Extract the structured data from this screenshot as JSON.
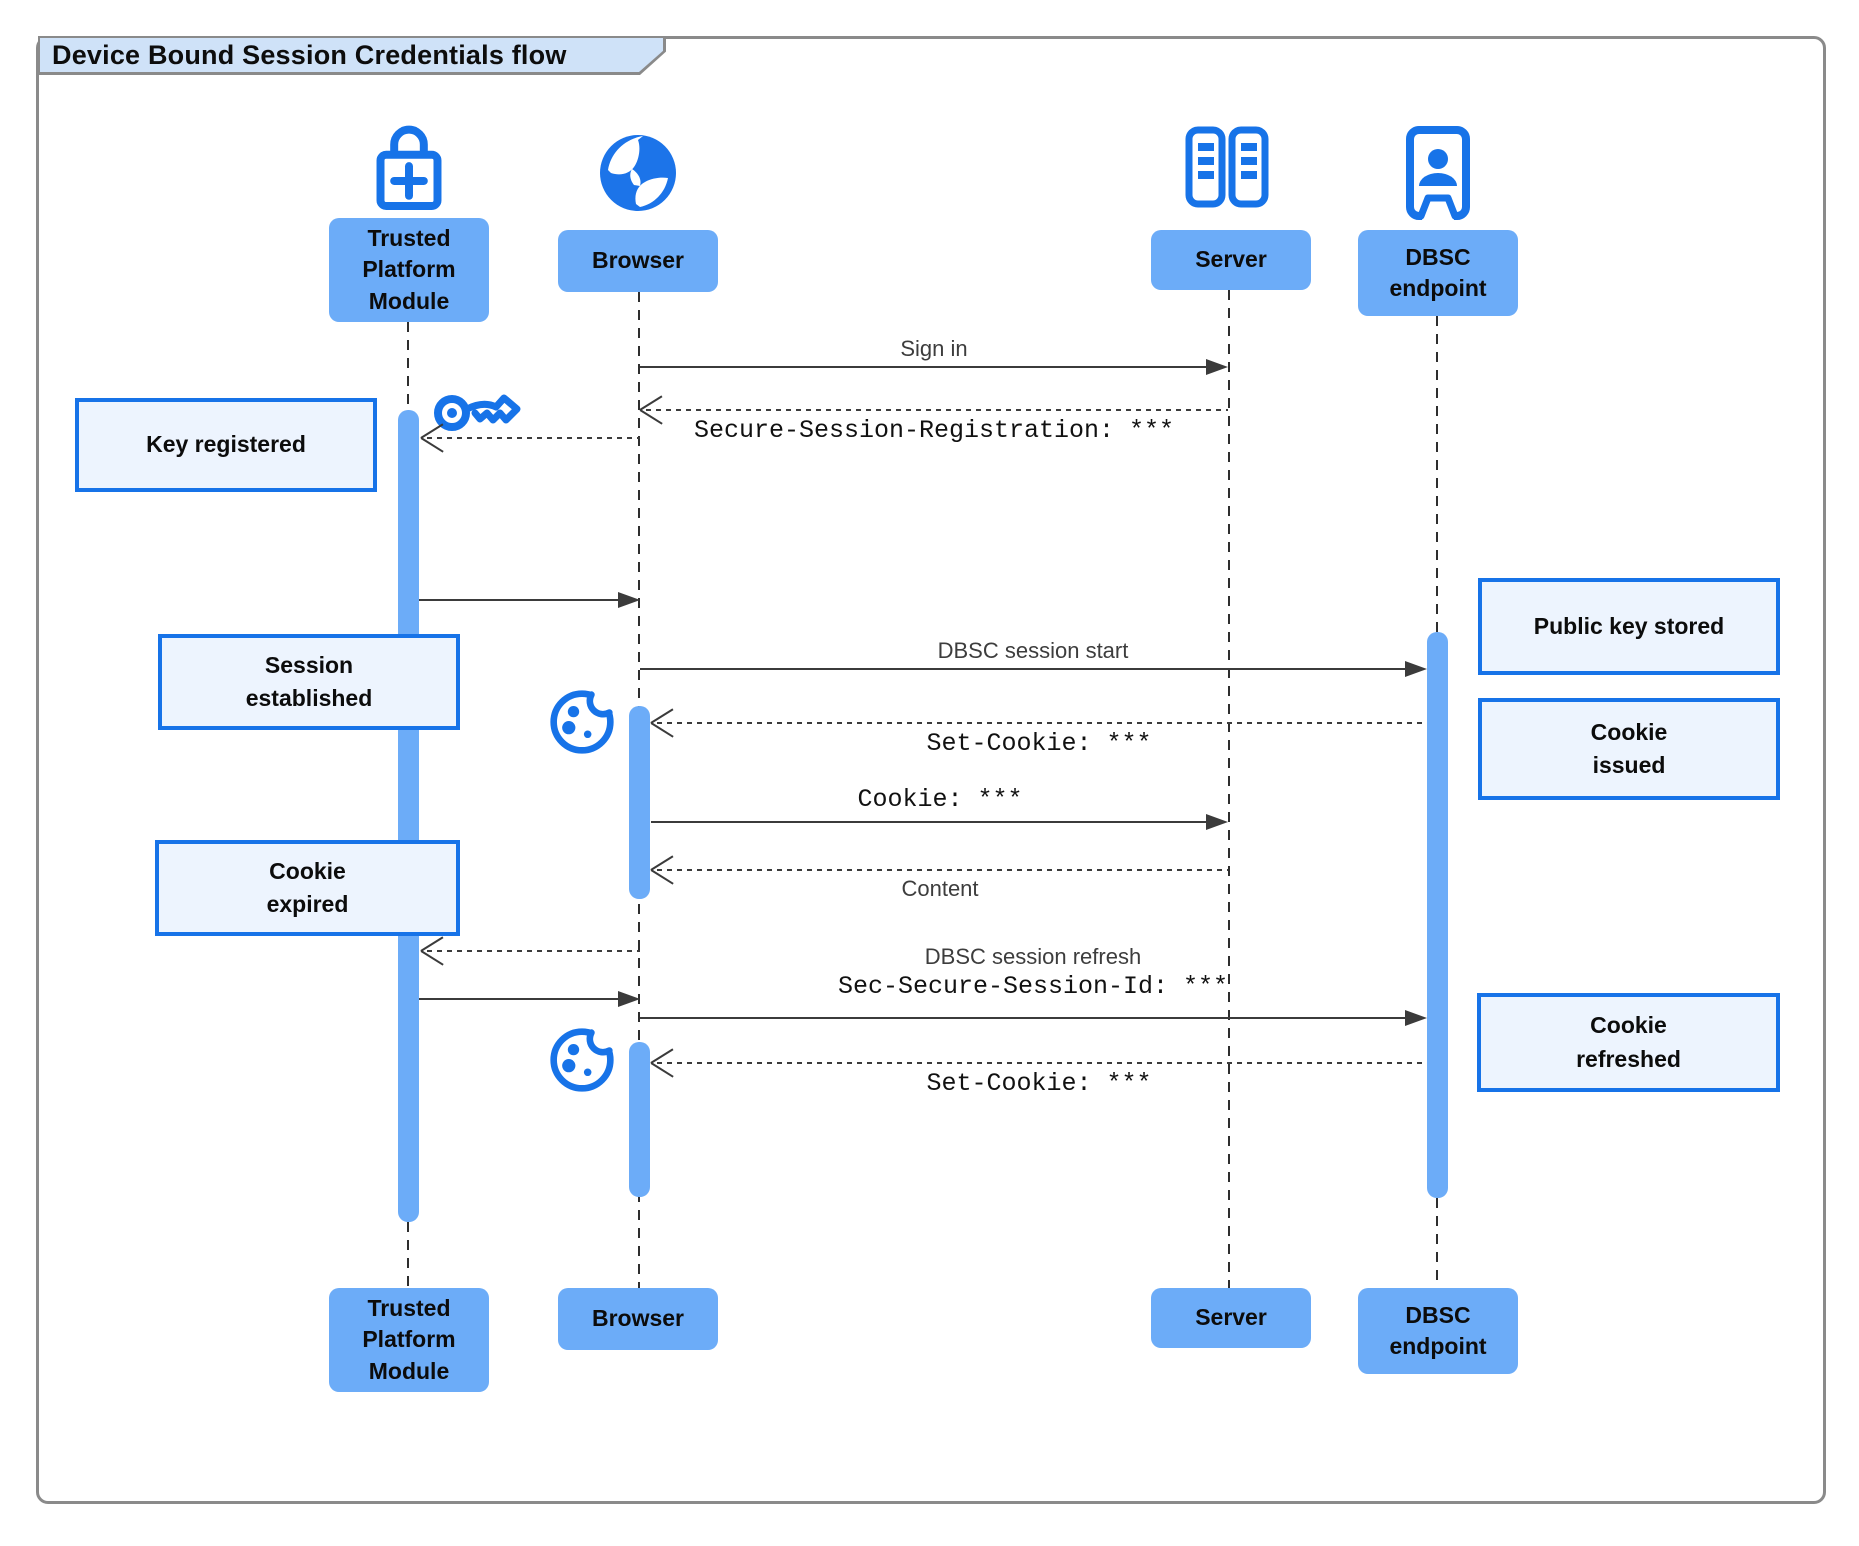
{
  "title": "Device Bound Session Credentials flow",
  "colors": {
    "accent_blue": "#1773e8",
    "light_blue": "#6cacf8",
    "note_fill": "#edf4fe",
    "tab_fill": "#cfe2f8",
    "frame_border": "#8a8a8a",
    "arrow": "#3b3b3b"
  },
  "icons": {
    "tpm": "lock-plus-icon",
    "browser": "globe-icon",
    "server": "server-racks-icon",
    "dbsc": "door-person-icon",
    "key": "key-icon",
    "cookie": "cookie-icon"
  },
  "actors": [
    {
      "id": "tpm",
      "label": "Trusted Platform Module",
      "lines": [
        "Trusted",
        "Platform",
        "Module"
      ]
    },
    {
      "id": "browser",
      "label": "Browser",
      "lines": [
        "Browser"
      ]
    },
    {
      "id": "server",
      "label": "Server",
      "lines": [
        "Server"
      ]
    },
    {
      "id": "dbsc",
      "label": "DBSC endpoint",
      "lines": [
        "DBSC",
        "endpoint"
      ]
    }
  ],
  "notes": [
    {
      "id": "key-registered",
      "lines": [
        "Key registered"
      ]
    },
    {
      "id": "session-established",
      "lines": [
        "Session",
        "established"
      ]
    },
    {
      "id": "cookie-expired",
      "lines": [
        "Cookie",
        "expired"
      ]
    },
    {
      "id": "public-key-stored",
      "lines": [
        "Public key stored"
      ]
    },
    {
      "id": "cookie-issued",
      "lines": [
        "Cookie",
        "issued"
      ]
    },
    {
      "id": "cookie-refreshed",
      "lines": [
        "Cookie",
        "refreshed"
      ]
    }
  ],
  "messages": [
    {
      "from": "Browser",
      "to": "Server",
      "style": "solid",
      "label": "Sign in"
    },
    {
      "from": "Server",
      "to": "Browser",
      "style": "dashed",
      "label": "Secure-Session-Registration: ***"
    },
    {
      "from": "Browser",
      "to": "Trusted Platform Module",
      "style": "dashed",
      "label": ""
    },
    {
      "from": "Trusted Platform Module",
      "to": "Browser",
      "style": "solid",
      "label": ""
    },
    {
      "from": "Browser",
      "to": "DBSC endpoint",
      "style": "solid",
      "label": "DBSC session start"
    },
    {
      "from": "DBSC endpoint",
      "to": "Browser",
      "style": "dashed",
      "label": "Set-Cookie: ***"
    },
    {
      "from": "Browser",
      "to": "Server",
      "style": "solid",
      "label": "Cookie: ***"
    },
    {
      "from": "Server",
      "to": "Browser",
      "style": "dashed",
      "label": "Content"
    },
    {
      "from": "Browser",
      "to": "Trusted Platform Module",
      "style": "dashed",
      "label": ""
    },
    {
      "from": "Trusted Platform Module",
      "to": "Browser",
      "style": "solid",
      "label": ""
    },
    {
      "from": "Browser",
      "to": "DBSC endpoint",
      "style": "solid",
      "label": "DBSC session refresh",
      "label2": "Sec-Secure-Session-Id: ***"
    },
    {
      "from": "DBSC endpoint",
      "to": "Browser",
      "style": "dashed",
      "label": "Set-Cookie: ***"
    }
  ]
}
